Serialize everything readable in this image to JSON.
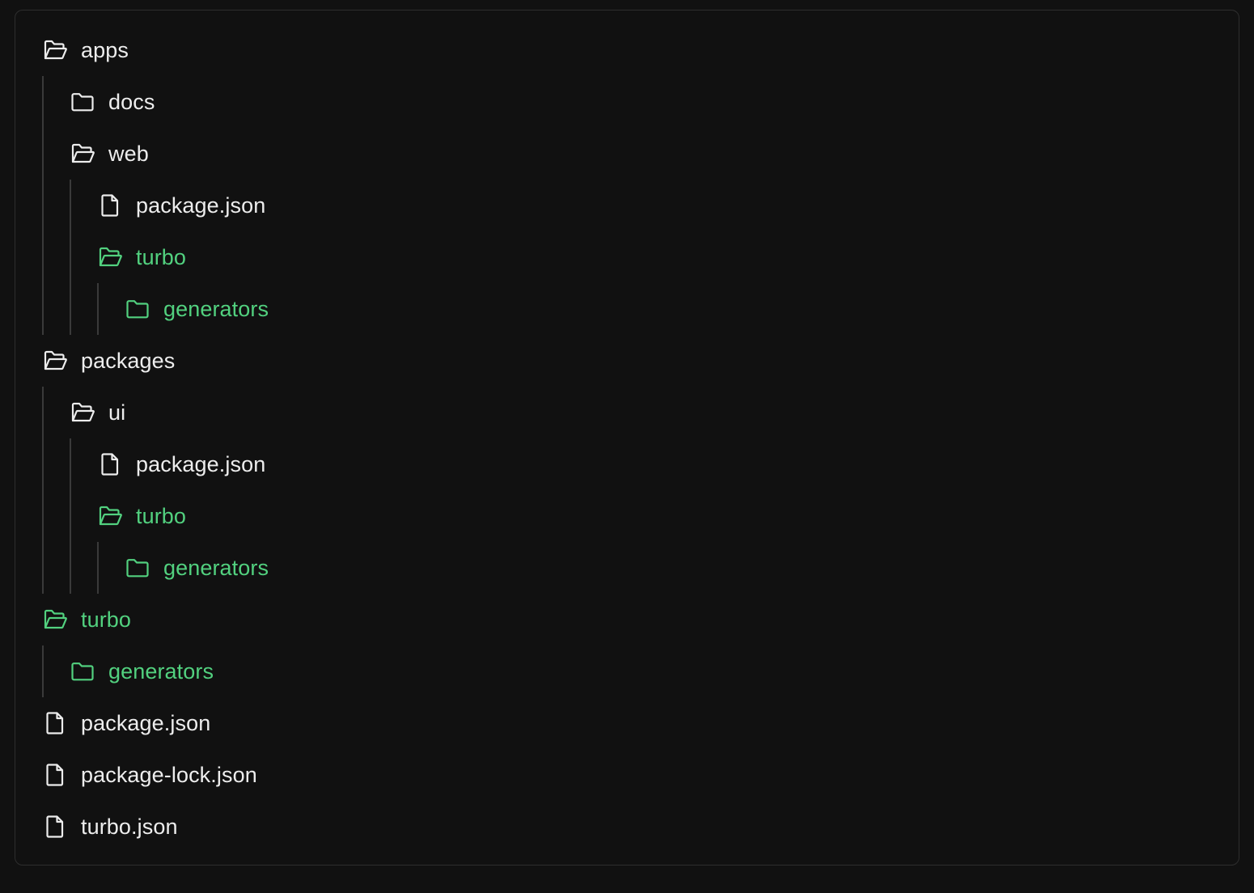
{
  "colors": {
    "background": "#111111",
    "text": "#ededed",
    "highlight": "#52d17f",
    "border": "#2e2e2e",
    "guide": "#3a3a3a"
  },
  "tree": {
    "apps": {
      "label": "apps",
      "icon": "folder-open-icon"
    },
    "apps_docs": {
      "label": "docs",
      "icon": "folder-icon"
    },
    "apps_web": {
      "label": "web",
      "icon": "folder-open-icon"
    },
    "apps_web_package_json": {
      "label": "package.json",
      "icon": "file-icon"
    },
    "apps_web_turbo": {
      "label": "turbo",
      "icon": "folder-open-icon",
      "highlighted": true
    },
    "apps_web_turbo_generators": {
      "label": "generators",
      "icon": "folder-icon",
      "highlighted": true
    },
    "packages": {
      "label": "packages",
      "icon": "folder-open-icon"
    },
    "packages_ui": {
      "label": "ui",
      "icon": "folder-open-icon"
    },
    "packages_ui_package_json": {
      "label": "package.json",
      "icon": "file-icon"
    },
    "packages_ui_turbo": {
      "label": "turbo",
      "icon": "folder-open-icon",
      "highlighted": true
    },
    "packages_ui_turbo_generators": {
      "label": "generators",
      "icon": "folder-icon",
      "highlighted": true
    },
    "turbo": {
      "label": "turbo",
      "icon": "folder-open-icon",
      "highlighted": true
    },
    "turbo_generators": {
      "label": "generators",
      "icon": "folder-icon",
      "highlighted": true
    },
    "root_package_json": {
      "label": "package.json",
      "icon": "file-icon"
    },
    "root_package_lock_json": {
      "label": "package-lock.json",
      "icon": "file-icon"
    },
    "root_turbo_json": {
      "label": "turbo.json",
      "icon": "file-icon"
    }
  }
}
